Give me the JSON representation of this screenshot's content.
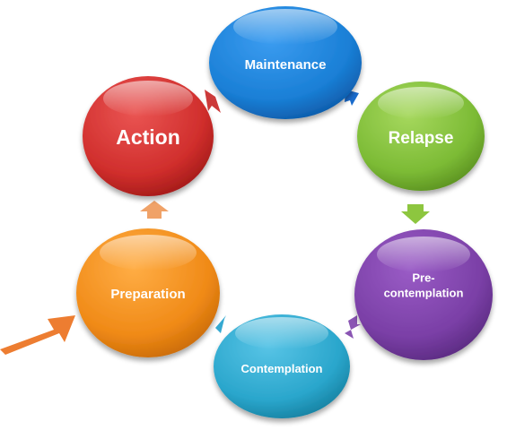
{
  "diagram": {
    "stages": [
      {
        "key": "maintenance",
        "label": "Maintenance",
        "lines": [
          "Maintenance"
        ],
        "color": "#1a7fd6"
      },
      {
        "key": "relapse",
        "label": "Relapse",
        "lines": [
          "Relapse"
        ],
        "color": "#7cbb35"
      },
      {
        "key": "precontemplation",
        "label": "Pre-contemplation",
        "lines": [
          "Pre-",
          "contemplation"
        ],
        "color": "#7a3fa6"
      },
      {
        "key": "contemplation",
        "label": "Contemplation",
        "lines": [
          "Contemplation"
        ],
        "color": "#2aa6cc"
      },
      {
        "key": "preparation",
        "label": "Preparation",
        "lines": [
          "Preparation"
        ],
        "color": "#f08a17"
      },
      {
        "key": "action",
        "label": "Action",
        "lines": [
          "Action"
        ],
        "color": "#d02e2c"
      }
    ],
    "pointer_arrow": {
      "points_to": "preparation",
      "color": "#ed7d31"
    }
  }
}
